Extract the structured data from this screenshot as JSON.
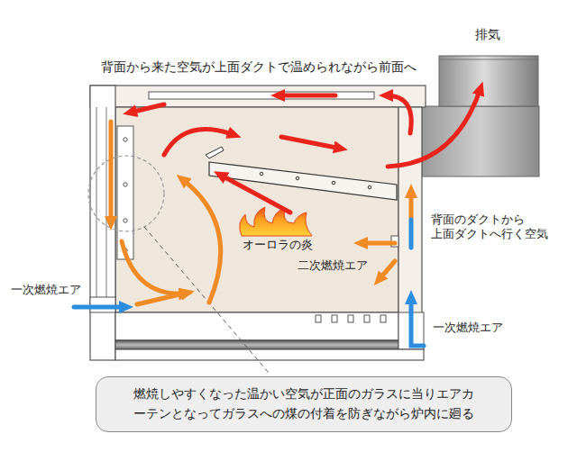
{
  "diagram": {
    "nodes": [
      {
        "text": [
          "燃焼しやすくなった温かい空気が正面のガラスに当りエアカ ーテンとなってガラスへの煤の付着を防ぎながら炉内に廻る"
        ]
      }
    ],
    "labels": [
      "背面から来た空気が上面ダクトで温められながら前面へ",
      "排気",
      "背面のダクトから 上面ダクトへ行く空気",
      "オーロラの炎",
      "二次燃焼エア",
      "一次燃焼エア",
      "一次燃焼エア"
    ]
  }
}
